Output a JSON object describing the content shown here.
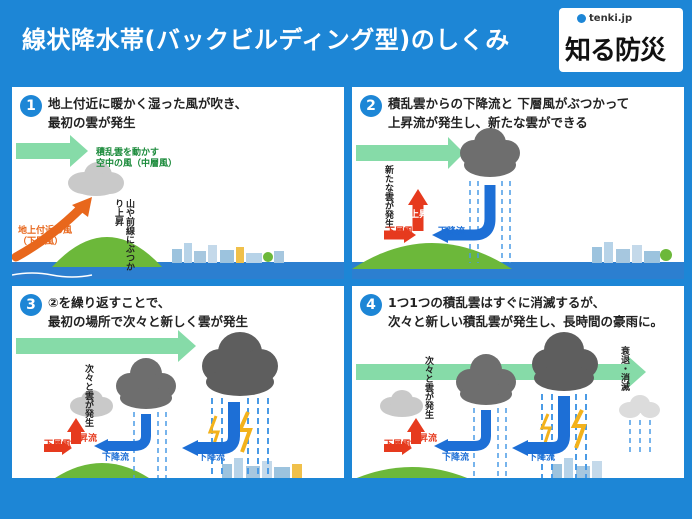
{
  "header": {
    "title": "線状降水帯(バックビルディング型)のしくみ",
    "logo_sub": "tenki.jp",
    "logo_main": "知る防災"
  },
  "panels": [
    {
      "num": "1",
      "line1": "地上付近に暖かく湿った風が吹き、",
      "line2": "最初の雲が発生",
      "wind_top": "積乱雲を動かす",
      "wind_bottom": "空中の風（中層風）",
      "low_wind_top": "地上付近の風",
      "low_wind_bottom": "（下層風）",
      "uplift_col1": "山や前線に",
      "uplift_col2": "ぶつかり上昇"
    },
    {
      "num": "2",
      "line1": "積乱雲からの下降流と 下層風がぶつかって",
      "line2": "上昇流が発生し、新たな雲ができる",
      "new_cloud_col1": "新たな",
      "new_cloud_col2": "雲が発生",
      "updraft": "上昇流",
      "low_wind": "下層風",
      "downdraft": "下降流"
    },
    {
      "num": "3",
      "line1": "②を繰り返すことで、",
      "line2": "最初の場所で次々と新しく雲が発生",
      "new_cloud_col1": "次々と",
      "new_cloud_col2": "雲が発生",
      "updraft": "上昇流",
      "low_wind": "下層風",
      "downdraft1": "下降流",
      "downdraft2": "下降流"
    },
    {
      "num": "4",
      "line1": "1つ1つの積乱雲はすぐに消滅するが、",
      "line2": "次々と新しい積乱雲が発生し、長時間の豪雨に。",
      "new_cloud_col1": "次々と",
      "new_cloud_col2": "雲が発生",
      "updraft": "上昇流",
      "low_wind": "下層風",
      "downdraft1": "下降流",
      "downdraft2": "下降流",
      "fade": "衰退・消滅"
    }
  ],
  "colors": {
    "header_bg": "#1d86d6",
    "wind_arrow": "#86dba8",
    "updraft": "#e63a1e",
    "downdraft": "#1d6fd6",
    "hill": "#6cb83a",
    "water": "#2c7fd0",
    "cloud_light": "#c9c9c9",
    "cloud_dark": "#6e6e6e",
    "lightning": "#f3b21b"
  }
}
